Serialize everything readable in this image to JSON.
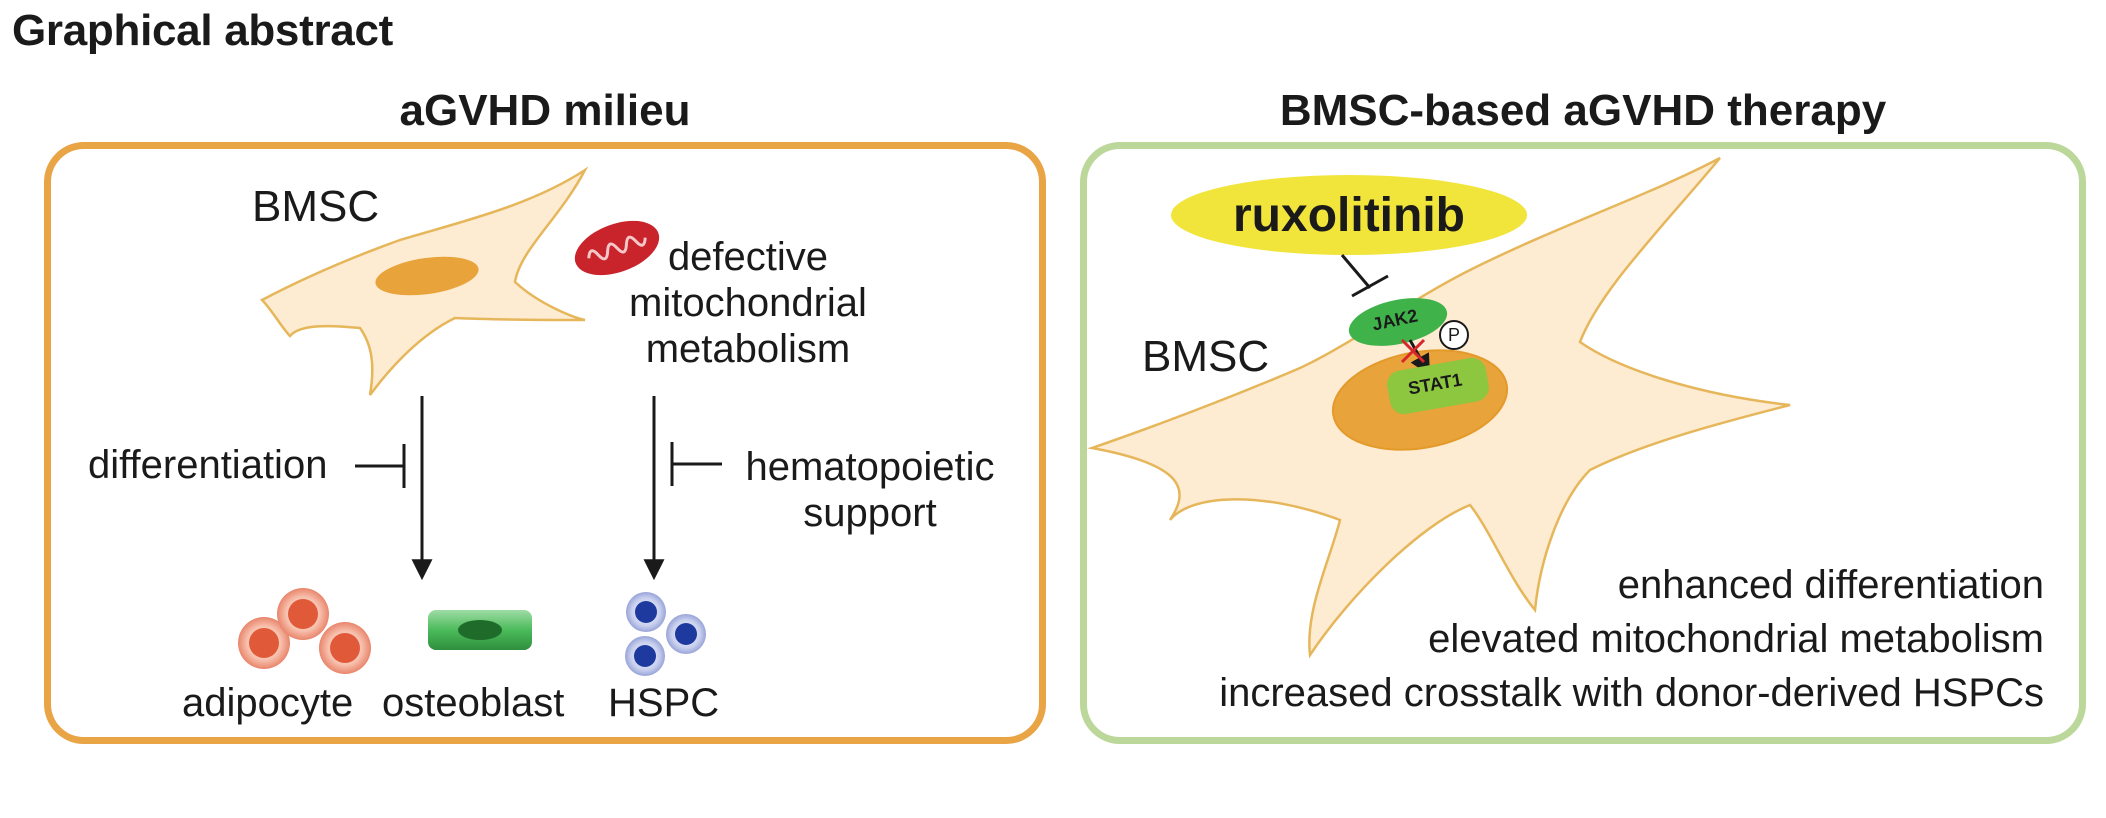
{
  "page": {
    "title": "Graphical abstract"
  },
  "left_panel": {
    "title": "aGVHD milieu",
    "cell_label": "BMSC",
    "mito_label_lines": [
      "defective",
      "mitochondrial",
      "metabolism"
    ],
    "inhibit_left_label": "differentiation",
    "inhibit_right_label_lines": [
      "hematopoietic",
      "support"
    ],
    "bottom_labels": [
      "adipocyte",
      "osteoblast",
      "HSPC"
    ]
  },
  "right_panel": {
    "title": "BMSC-based aGVHD therapy",
    "drug_label": "ruxolitinib",
    "cell_label": "BMSC",
    "kinase_label": "JAK2",
    "phospho_label": "P",
    "target_label": "STAT1",
    "effects": [
      "enhanced differentiation",
      "elevated mitochondrial metabolism",
      "increased crosstalk with donor-derived HSPCs"
    ]
  },
  "colors": {
    "left_border": "#e8a445",
    "right_border": "#bcd79a",
    "cell_fill": "#fdebd2",
    "cell_stroke": "#e6b65a",
    "nucleus": "#e8a33a",
    "mitochondria": "#c9232c",
    "adipocyte": "#e05a3a",
    "osteoblast": "#3ba84a",
    "hspc": "#1f3a9e",
    "drug_ellipse": "#f1e43a",
    "jak2": "#3fb24a",
    "stat1": "#8dc63f"
  }
}
